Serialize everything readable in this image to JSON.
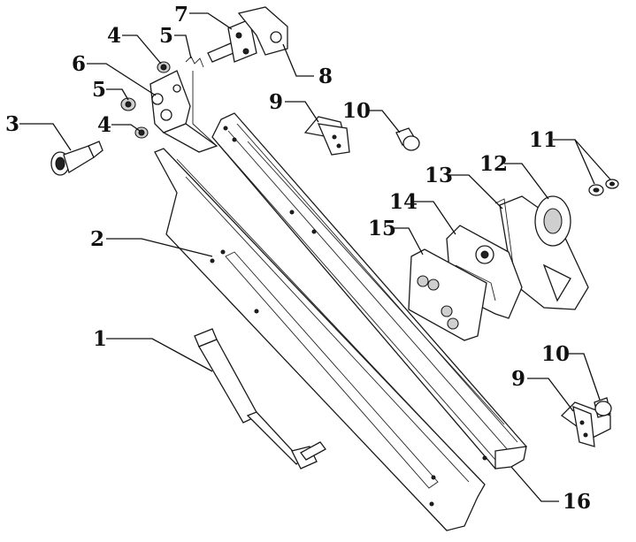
{
  "diagram": {
    "callouts": [
      {
        "id": "c1",
        "label": "1"
      },
      {
        "id": "c2",
        "label": "2"
      },
      {
        "id": "c3",
        "label": "3"
      },
      {
        "id": "c4a",
        "label": "4"
      },
      {
        "id": "c4b",
        "label": "4"
      },
      {
        "id": "c5a",
        "label": "5"
      },
      {
        "id": "c5b",
        "label": "5"
      },
      {
        "id": "c6",
        "label": "6"
      },
      {
        "id": "c7",
        "label": "7"
      },
      {
        "id": "c8",
        "label": "8"
      },
      {
        "id": "c9a",
        "label": "9"
      },
      {
        "id": "c9b",
        "label": "9"
      },
      {
        "id": "c10a",
        "label": "10"
      },
      {
        "id": "c10b",
        "label": "10"
      },
      {
        "id": "c11",
        "label": "11"
      },
      {
        "id": "c12",
        "label": "12"
      },
      {
        "id": "c13",
        "label": "13"
      },
      {
        "id": "c14",
        "label": "14"
      },
      {
        "id": "c15",
        "label": "15"
      },
      {
        "id": "c16",
        "label": "16"
      }
    ]
  }
}
